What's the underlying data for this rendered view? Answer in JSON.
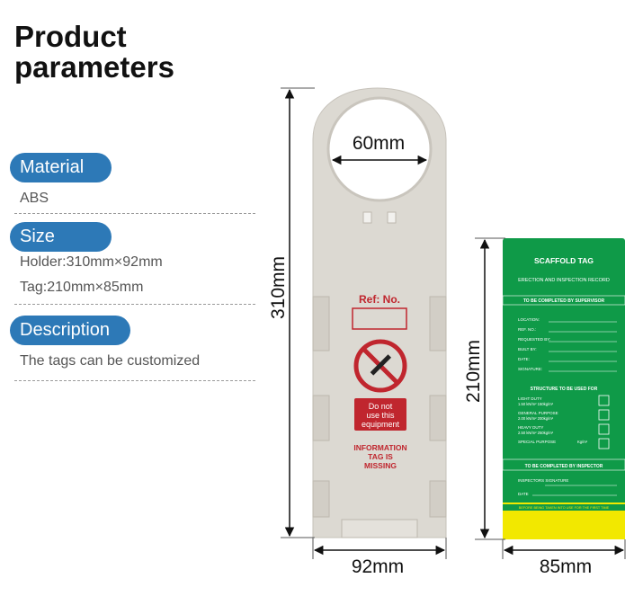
{
  "heading": "Product\nparameters",
  "specs": {
    "material_label": "Material",
    "material_value": "ABS",
    "size_label": "Size",
    "holder_size": "Holder:310mm×92mm",
    "tag_size": "Tag:210mm×85mm",
    "description_label": "Description",
    "description_value": "The tags can be customized"
  },
  "holder": {
    "hole_dim": "60mm",
    "height_dim": "310mm",
    "width_dim": "92mm",
    "ref_label": "Ref: No.",
    "warning_lines": [
      "Do not",
      "use this",
      "equipment"
    ],
    "missing_lines": [
      "INFORMATION",
      "TAG IS",
      "MISSING"
    ]
  },
  "tag": {
    "height_dim": "210mm",
    "width_dim": "85mm",
    "title": "SCAFFOLD TAG",
    "subtitle": "ERECTION AND INSPECTION RECORD",
    "supervisor_header": "TO BE COMPLETED BY SUPERVISOR",
    "fields": [
      "LOCATION",
      "REF. NO.",
      "REQUESTED BY",
      "BUILT BY",
      "DATE",
      "SIGNATURE"
    ],
    "structure_header": "STRUCTURE TO BE USED FOR",
    "duties": [
      {
        "name": "LIGHT DUTY",
        "spec": "1.50 kN/m² 150kg/m²"
      },
      {
        "name": "GENERAL PURPOSE",
        "spec": "2.00 kN/m² 200kg/m²"
      },
      {
        "name": "HEAVY DUTY",
        "spec": "2.50 kN/m² 250kg/m²"
      },
      {
        "name": "SPECIAL PURPOSE",
        "spec": "Kg/m²"
      }
    ],
    "inspector_header": "TO BE COMPLETED BY INSPECTOR",
    "inspector_fields": [
      "INSPECTORS SIGNATURE",
      "DATE"
    ],
    "footer": "BEFORE BEING TAKEN INTO USE FOR THE FIRST TIME"
  },
  "colors": {
    "accent_blue": "#2d79b7",
    "holder_grey": "#dcd9d2",
    "warning_red": "#c0262e",
    "tag_green": "#0f9a48",
    "tag_yellow": "#f2e800"
  }
}
